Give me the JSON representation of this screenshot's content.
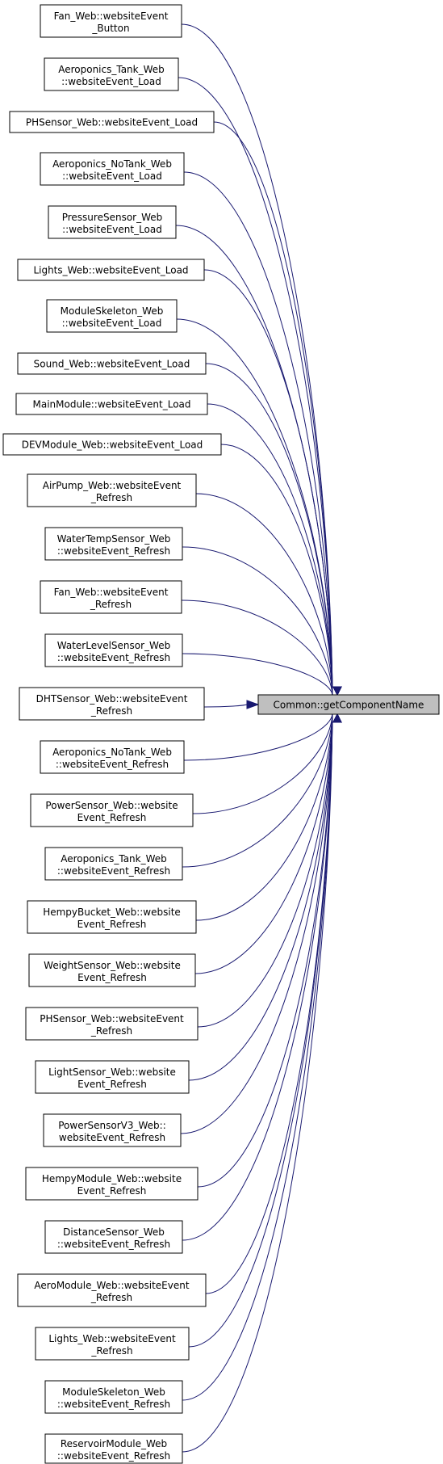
{
  "target": {
    "label": "Common::getComponentName"
  },
  "callers": [
    {
      "lines": [
        "Fan_Web::websiteEvent",
        "_Button"
      ]
    },
    {
      "lines": [
        "Aeroponics_Tank_Web",
        "::websiteEvent_Load"
      ]
    },
    {
      "lines": [
        "PHSensor_Web::websiteEvent_Load"
      ]
    },
    {
      "lines": [
        "Aeroponics_NoTank_Web",
        "::websiteEvent_Load"
      ]
    },
    {
      "lines": [
        "PressureSensor_Web",
        "::websiteEvent_Load"
      ]
    },
    {
      "lines": [
        "Lights_Web::websiteEvent_Load"
      ]
    },
    {
      "lines": [
        "ModuleSkeleton_Web",
        "::websiteEvent_Load"
      ]
    },
    {
      "lines": [
        "Sound_Web::websiteEvent_Load"
      ]
    },
    {
      "lines": [
        "MainModule::websiteEvent_Load"
      ]
    },
    {
      "lines": [
        "DEVModule_Web::websiteEvent_Load"
      ]
    },
    {
      "lines": [
        "AirPump_Web::websiteEvent",
        "_Refresh"
      ]
    },
    {
      "lines": [
        "WaterTempSensor_Web",
        "::websiteEvent_Refresh"
      ]
    },
    {
      "lines": [
        "Fan_Web::websiteEvent",
        "_Refresh"
      ]
    },
    {
      "lines": [
        "WaterLevelSensor_Web",
        "::websiteEvent_Refresh"
      ]
    },
    {
      "lines": [
        "DHTSensor_Web::websiteEvent",
        "_Refresh"
      ]
    },
    {
      "lines": [
        "Aeroponics_NoTank_Web",
        "::websiteEvent_Refresh"
      ]
    },
    {
      "lines": [
        "PowerSensor_Web::website",
        "Event_Refresh"
      ]
    },
    {
      "lines": [
        "Aeroponics_Tank_Web",
        "::websiteEvent_Refresh"
      ]
    },
    {
      "lines": [
        "HempyBucket_Web::website",
        "Event_Refresh"
      ]
    },
    {
      "lines": [
        "WeightSensor_Web::website",
        "Event_Refresh"
      ]
    },
    {
      "lines": [
        "PHSensor_Web::websiteEvent",
        "_Refresh"
      ]
    },
    {
      "lines": [
        "LightSensor_Web::website",
        "Event_Refresh"
      ]
    },
    {
      "lines": [
        "PowerSensorV3_Web::",
        "websiteEvent_Refresh"
      ]
    },
    {
      "lines": [
        "HempyModule_Web::website",
        "Event_Refresh"
      ]
    },
    {
      "lines": [
        "DistanceSensor_Web",
        "::websiteEvent_Refresh"
      ]
    },
    {
      "lines": [
        "AeroModule_Web::websiteEvent",
        "_Refresh"
      ]
    },
    {
      "lines": [
        "Lights_Web::websiteEvent",
        "_Refresh"
      ]
    },
    {
      "lines": [
        "ModuleSkeleton_Web",
        "::websiteEvent_Refresh"
      ]
    },
    {
      "lines": [
        "ReservoirModule_Web",
        "::websiteEvent_Refresh"
      ]
    }
  ],
  "colors": {
    "edge": "#191970",
    "target_fill": "#bfbfbf",
    "node_fill": "#ffffff",
    "border": "#000000"
  }
}
